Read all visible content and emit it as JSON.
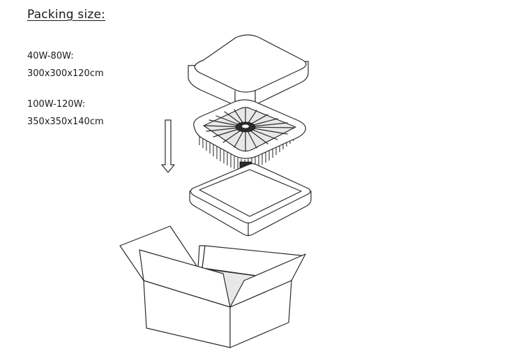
{
  "title": "Packing size:",
  "specs": [
    {
      "label": "40W-80W:",
      "size": "300x300x120cm"
    },
    {
      "label": "100W-120W:",
      "size": "350x350x140cm"
    }
  ],
  "icons": [
    "lid-cover",
    "led-fixture",
    "foam-frame",
    "down-arrow",
    "open-carton-box"
  ]
}
